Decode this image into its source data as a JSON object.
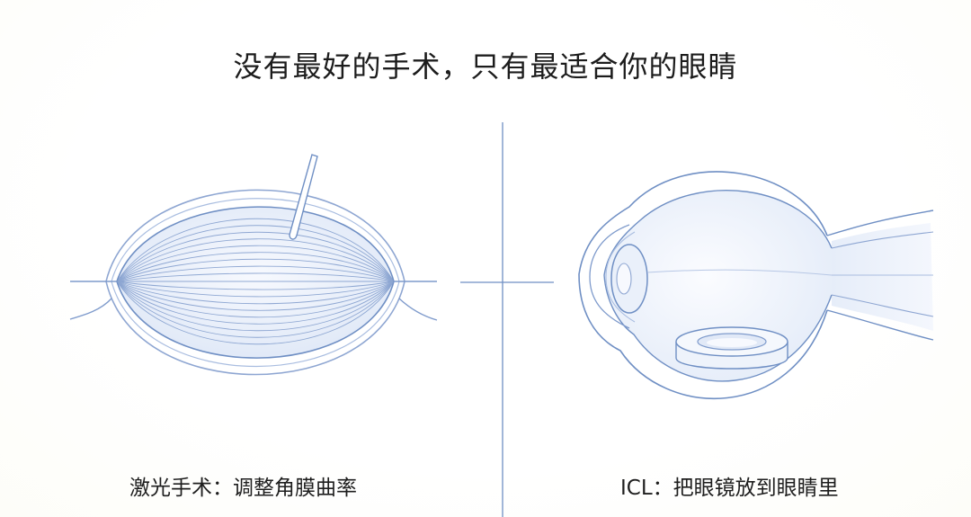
{
  "title": "没有最好的手术，只有最适合你的眼睛",
  "panels": [
    {
      "caption": "激光手术：调整角膜曲率"
    },
    {
      "caption": "ICL：把眼镜放到眼睛里"
    }
  ],
  "colors": {
    "line": "#6f8fc4",
    "line_light": "#a9bde0",
    "fill_light": "#eef3fb",
    "text": "#1c1c1c"
  }
}
